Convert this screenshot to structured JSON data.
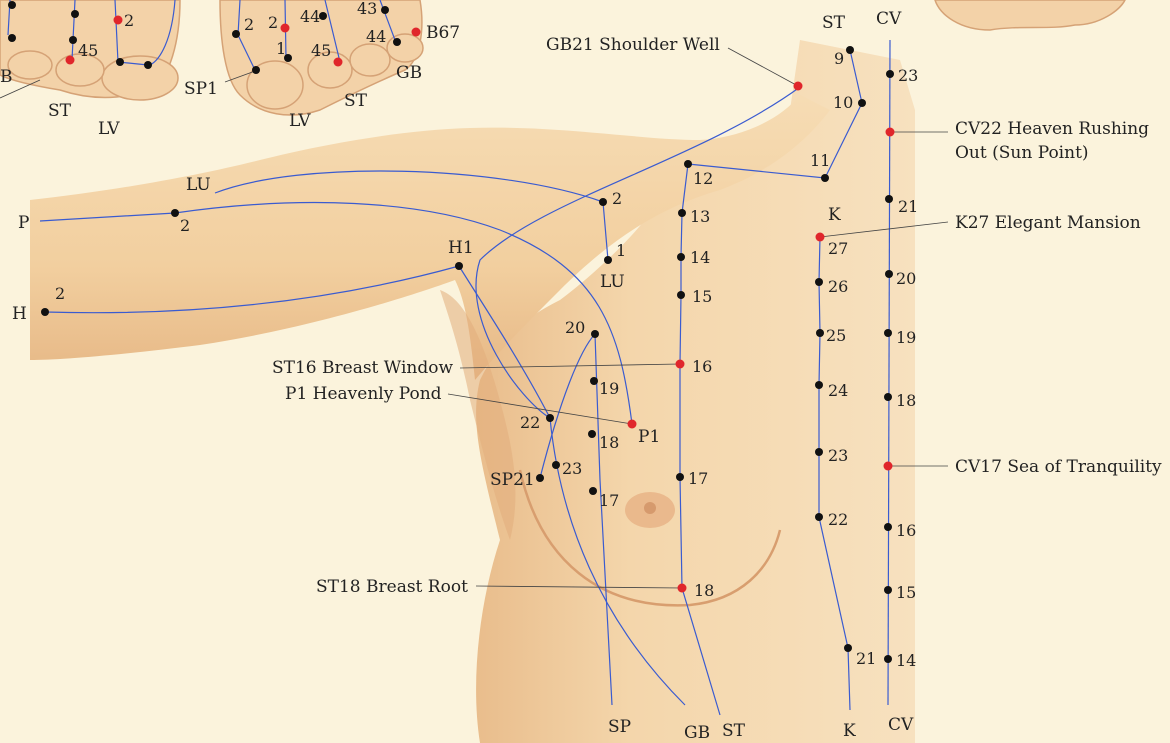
{
  "colors": {
    "background": "#fbf3dc",
    "skin": "#f4d5a8",
    "skin_shadow": "#e8b887",
    "meridian_line": "#3a5bd0",
    "point_regular": "#111111",
    "point_highlight": "#e0262b"
  },
  "callouts": {
    "gb21": "GB21 Shoulder Well",
    "cv22_line1": "CV22 Heaven Rushing",
    "cv22_line2": "Out (Sun Point)",
    "k27": "K27 Elegant Mansion",
    "st16": "ST16 Breast Window",
    "p1": "P1 Heavenly Pond",
    "cv17": "CV17 Sea of Tranquility",
    "st18": "ST18 Breast Root"
  },
  "meridian_labels": {
    "st_top": "ST",
    "cv_top": "CV",
    "lu_arm": "LU",
    "lu_chest": "LU",
    "p_arm": "P",
    "h_arm": "H",
    "h1": "H1",
    "k_top": "K",
    "sp_bottom": "SP",
    "gb_bottom": "GB",
    "st_bottom": "ST",
    "k_bottom": "K",
    "cv_bottom": "CV",
    "sp21": "SP21",
    "p1_short": "P1"
  },
  "point_numbers": {
    "st9": "9",
    "st10": "10",
    "st11": "11",
    "st12": "12",
    "st13": "13",
    "st14": "14",
    "st15": "15",
    "st16": "16",
    "st17": "17",
    "st18": "18",
    "cv23": "23",
    "cv21": "21",
    "cv20": "20",
    "cv19": "19",
    "cv18": "18",
    "cv16": "16",
    "cv15": "15",
    "cv14": "14",
    "k27": "27",
    "k26": "26",
    "k25": "25",
    "k24": "24",
    "k23": "23",
    "k22": "22",
    "k21": "21",
    "lu2": "2",
    "lu1": "1",
    "p2": "2",
    "h2": "2",
    "sp20": "20",
    "sp19": "19",
    "sp18": "18",
    "sp17": "17",
    "gb22": "22",
    "gb23": "23"
  },
  "feet": {
    "left_2": "2",
    "left_45": "45",
    "left_b": "B",
    "left_st": "ST",
    "left_lv": "LV",
    "left_sp1": "SP1",
    "right_2a": "2",
    "right_2b": "2",
    "right_1": "1",
    "right_44a": "44",
    "right_43": "43",
    "right_44b": "44",
    "right_45": "45",
    "right_b67": "B67",
    "right_gb": "GB",
    "right_st": "ST",
    "right_lv": "LV"
  }
}
